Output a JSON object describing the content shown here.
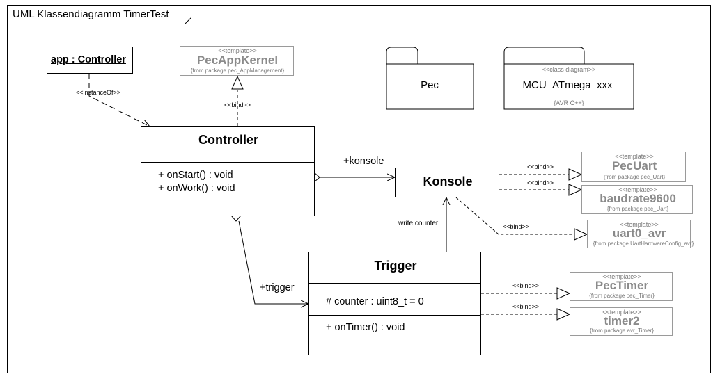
{
  "diagram": {
    "title": "UML Klassendiagramm TimerTest",
    "instance": {
      "label": "app : Controller"
    },
    "relations": {
      "instance_of": "<<instanceOf>>",
      "bind": "<<bind>>",
      "konsole_role": "+konsole",
      "trigger_role": "+trigger",
      "write_counter": "write counter"
    },
    "classes": {
      "controller": {
        "name": "Controller",
        "operations": [
          "+ onStart() : void",
          "+ onWork() : void"
        ]
      },
      "konsole": {
        "name": "Konsole"
      },
      "trigger": {
        "name": "Trigger",
        "attributes": [
          "# counter : uint8_t = 0"
        ],
        "operations": [
          "+ onTimer() : void"
        ]
      }
    },
    "templates": {
      "pec_app_kernel": {
        "stereotype": "<<template>>",
        "name": "PecAppKernel",
        "from": "{from package pec_AppManagement}"
      },
      "pec_uart": {
        "stereotype": "<<template>>",
        "name": "PecUart",
        "from": "{from package pec_Uart}"
      },
      "baudrate": {
        "stereotype": "<<template>>",
        "name": "baudrate9600",
        "from": "{from package pec_Uart}"
      },
      "uart0": {
        "stereotype": "<<template>>",
        "name": "uart0_avr",
        "from": "{from package UartHardwareConfig_avr}"
      },
      "pec_timer": {
        "stereotype": "<<template>>",
        "name": "PecTimer",
        "from": "{from package pec_Timer}"
      },
      "timer2": {
        "stereotype": "<<template>>",
        "name": "timer2",
        "from": "{from package avr_Timer}"
      }
    },
    "packages": {
      "pec": {
        "name": "Pec"
      },
      "mcu": {
        "stereotype": "<<class diagram>>",
        "name": "MCU_ATmega_xxx",
        "tag": "{AVR C++}"
      }
    }
  }
}
